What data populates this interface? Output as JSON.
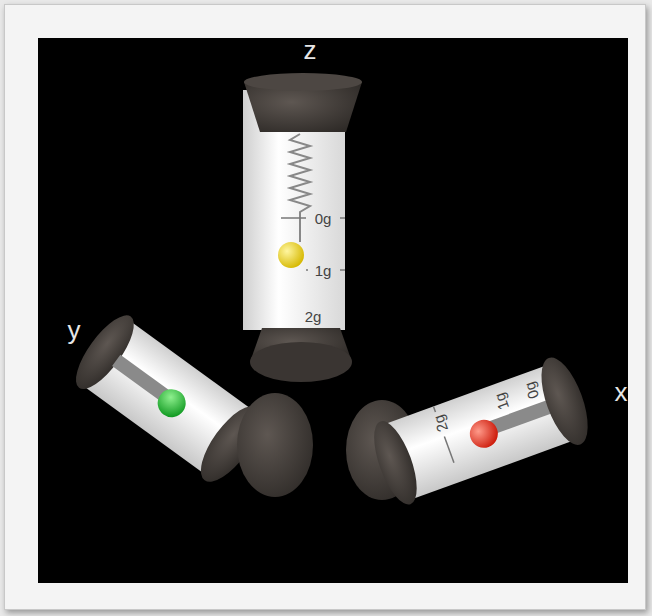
{
  "diagram": {
    "labels": [
      "z",
      "0g",
      "1g",
      "2g",
      "y",
      "x",
      "2g",
      "1g",
      "0g"
    ]
  }
}
